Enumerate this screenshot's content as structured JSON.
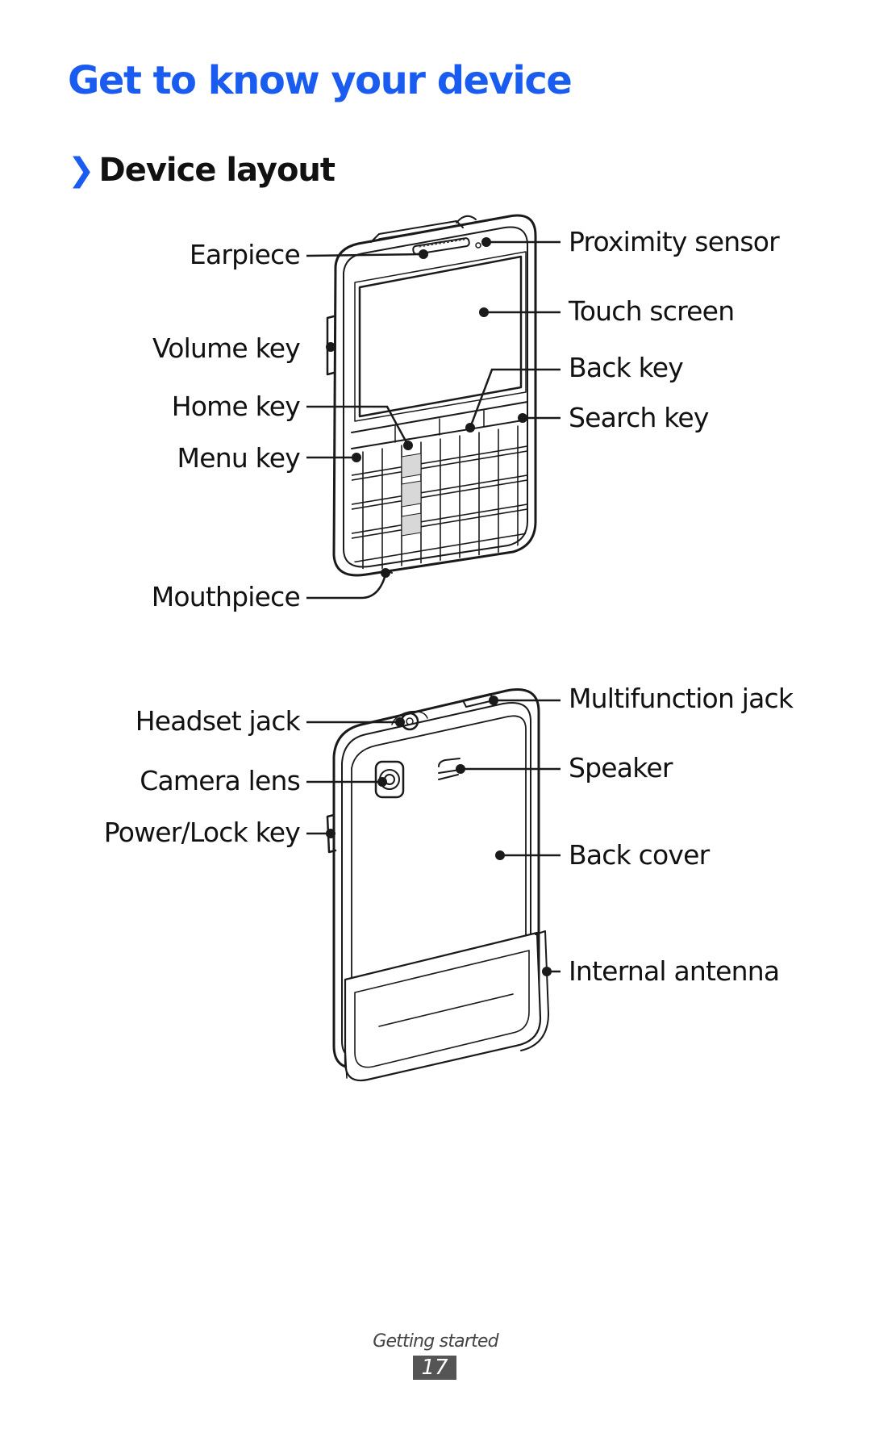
{
  "page": {
    "title": "Get to know your device",
    "section_chevron": "❯",
    "section_heading": "Device layout"
  },
  "front_view": {
    "labels": {
      "earpiece": "Earpiece",
      "volume_key": "Volume key",
      "home_key": "Home key",
      "menu_key": "Menu key",
      "mouthpiece": "Mouthpiece",
      "proximity_sensor": "Proximity sensor",
      "touch_screen": "Touch screen",
      "back_key": "Back key",
      "search_key": "Search key"
    }
  },
  "back_view": {
    "labels": {
      "headset_jack": "Headset jack",
      "camera_lens": "Camera lens",
      "power_lock_key": "Power/Lock key",
      "multifunction_jack": "Multifunction jack",
      "speaker": "Speaker",
      "back_cover": "Back cover",
      "internal_antenna": "Internal antenna"
    }
  },
  "footer": {
    "section": "Getting started",
    "page_number": "17"
  },
  "colors": {
    "accent": "#1a5cf0",
    "line": "#1a1a1a",
    "page_badge": "#555555"
  }
}
